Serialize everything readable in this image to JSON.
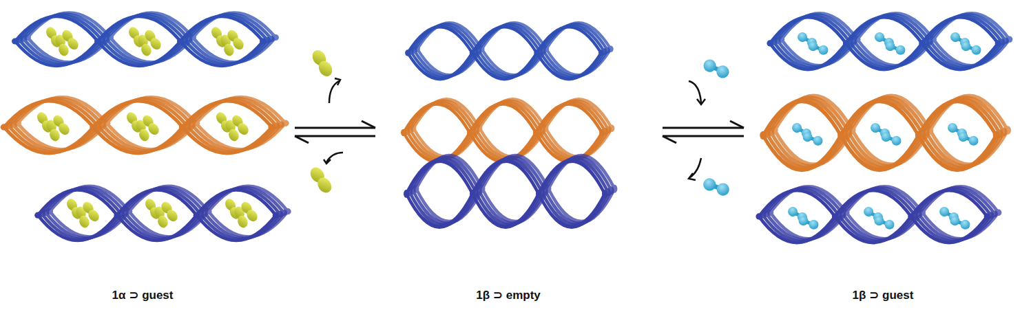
{
  "diagram": {
    "labels": [
      "1α ⊃ guest",
      "1β ⊃ empty",
      "1β ⊃ guest"
    ]
  }
}
